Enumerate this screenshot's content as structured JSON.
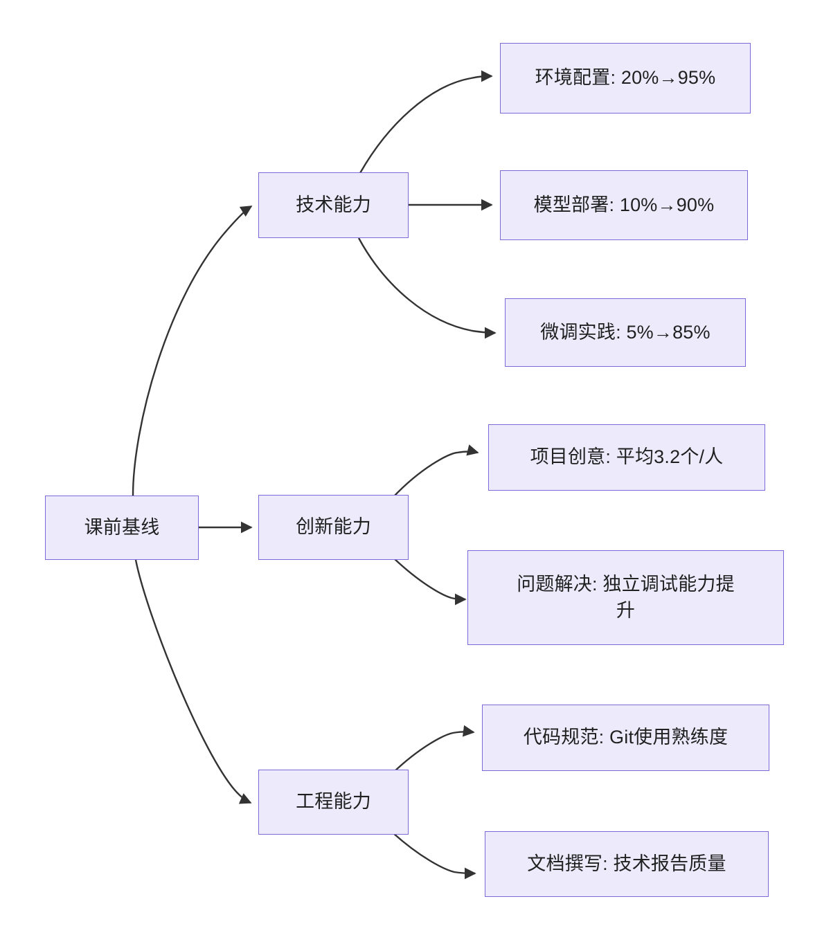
{
  "diagram": {
    "type": "flowchart",
    "direction": "left-to-right",
    "background_color": "#FFFFFF",
    "node_fill_color": "#ECEAFB",
    "node_border_color": "#7E68D8",
    "node_text_color": "#1F2020",
    "edge_color": "#333333",
    "root": {
      "id": "root",
      "label": "课前基线"
    },
    "branches": [
      {
        "id": "tech",
        "label": "技术能力",
        "children": [
          {
            "id": "tech-env",
            "label": "环境配置: 20%→95%"
          },
          {
            "id": "tech-deploy",
            "label": "模型部署: 10%→90%"
          },
          {
            "id": "tech-finetune",
            "label": "微调实践: 5%→85%"
          }
        ]
      },
      {
        "id": "innovation",
        "label": "创新能力",
        "children": [
          {
            "id": "innov-idea",
            "label": "项目创意: 平均3.2个/人"
          },
          {
            "id": "innov-problem",
            "label": "问题解决: 独立调试能力提\n升"
          }
        ]
      },
      {
        "id": "engineering",
        "label": "工程能力",
        "children": [
          {
            "id": "eng-code",
            "label": "代码规范: Git使用熟练度"
          },
          {
            "id": "eng-doc",
            "label": "文档撰写: 技术报告质量"
          }
        ]
      }
    ],
    "edges": [
      {
        "from": "root",
        "to": "tech"
      },
      {
        "from": "root",
        "to": "innovation"
      },
      {
        "from": "root",
        "to": "engineering"
      },
      {
        "from": "tech",
        "to": "tech-env"
      },
      {
        "from": "tech",
        "to": "tech-deploy"
      },
      {
        "from": "tech",
        "to": "tech-finetune"
      },
      {
        "from": "innovation",
        "to": "innov-idea"
      },
      {
        "from": "innovation",
        "to": "innov-problem"
      },
      {
        "from": "engineering",
        "to": "eng-code"
      },
      {
        "from": "engineering",
        "to": "eng-doc"
      }
    ]
  }
}
